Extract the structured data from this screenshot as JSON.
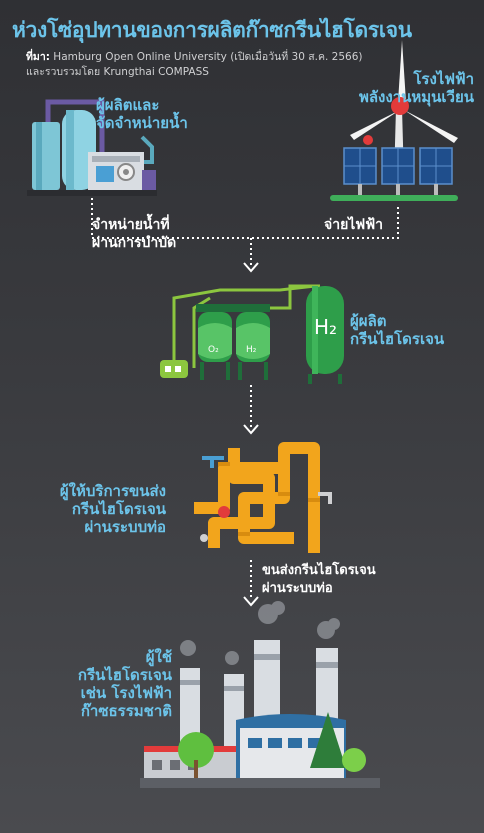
{
  "title": "ห่วงโซ่อุปทานของการผลิตก๊าซกรีนไฮโดรเจน",
  "source": {
    "prefix": "ที่มา:",
    "line1": "Hamburg Open Online University (เปิดเมื่อวันที่ 30 ส.ค. 2566)",
    "line2": "และรวบรวมโดย Krungthai COMPASS"
  },
  "nodes": {
    "water_producer": {
      "line1": "ผู้ผลิตและ",
      "line2": "จัดจำหน่ายน้ำ"
    },
    "renewable_plant": {
      "line1": "โรงไฟฟ้า",
      "line2": "พลังงานหมุนเวียน"
    },
    "hydrogen_producer": {
      "line1": "ผู้ผลิต",
      "line2": "กรีนไฮโดรเจน"
    },
    "pipeline_provider": {
      "line1": "ผู้ให้บริการขนส่ง",
      "line2": "กรีนไฮโดรเจน",
      "line3": "ผ่านระบบท่อ"
    },
    "end_user": {
      "line1": "ผู้ใช้",
      "line2": "กรีนไฮโดรเจน",
      "line3": "เช่น โรงไฟฟ้า",
      "line4": "ก๊าซธรรมชาติ"
    }
  },
  "flows": {
    "treated_water": {
      "line1": "จำหน่ายน้ำที่",
      "line2": "ผ่านการบำบัด"
    },
    "electricity": {
      "line1": "จ่ายไฟฟ้า"
    },
    "pipeline_transport": {
      "line1": "ขนส่งกรีนไฮโดรเจน",
      "line2": "ผ่านระบบท่อ"
    }
  },
  "tank_labels": {
    "o2": "O₂",
    "h2_small": "H₂",
    "h2_large": "H₂"
  },
  "colors": {
    "title": "#6cc4ea",
    "green": "#2e9e4a",
    "orange": "#f2a51c",
    "blue": "#4a9fd4"
  }
}
